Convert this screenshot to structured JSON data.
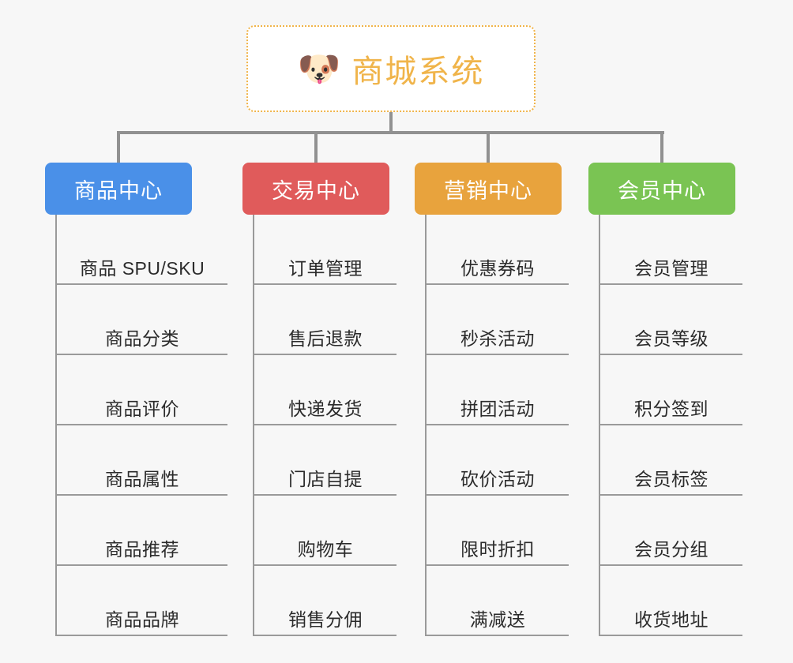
{
  "diagram": {
    "type": "org-chart",
    "background_color": "#f7f7f7",
    "connector_color": "#919191",
    "root": {
      "icon": "shiba-dog-face-icon",
      "icon_glyph": "🐶",
      "title": "商城系统",
      "text_color": "#f0b44a",
      "border_color": "#f0b44a",
      "background_color": "#ffffff"
    },
    "columns": [
      {
        "header": "商品中心",
        "color": "#4a90e8",
        "key": "product-center",
        "items": [
          "商品 SPU/SKU",
          "商品分类",
          "商品评价",
          "商品属性",
          "商品推荐",
          "商品品牌"
        ]
      },
      {
        "header": "交易中心",
        "color": "#e05b5b",
        "key": "trade-center",
        "items": [
          "订单管理",
          "售后退款",
          "快递发货",
          "门店自提",
          "购物车",
          "销售分佣"
        ]
      },
      {
        "header": "营销中心",
        "color": "#e8a33d",
        "key": "marketing-center",
        "items": [
          "优惠券码",
          "秒杀活动",
          "拼团活动",
          "砍价活动",
          "限时折扣",
          "满减送"
        ]
      },
      {
        "header": "会员中心",
        "color": "#7ac453",
        "key": "member-center",
        "items": [
          "会员管理",
          "会员等级",
          "积分签到",
          "会员标签",
          "会员分组",
          "收货地址"
        ]
      }
    ]
  }
}
